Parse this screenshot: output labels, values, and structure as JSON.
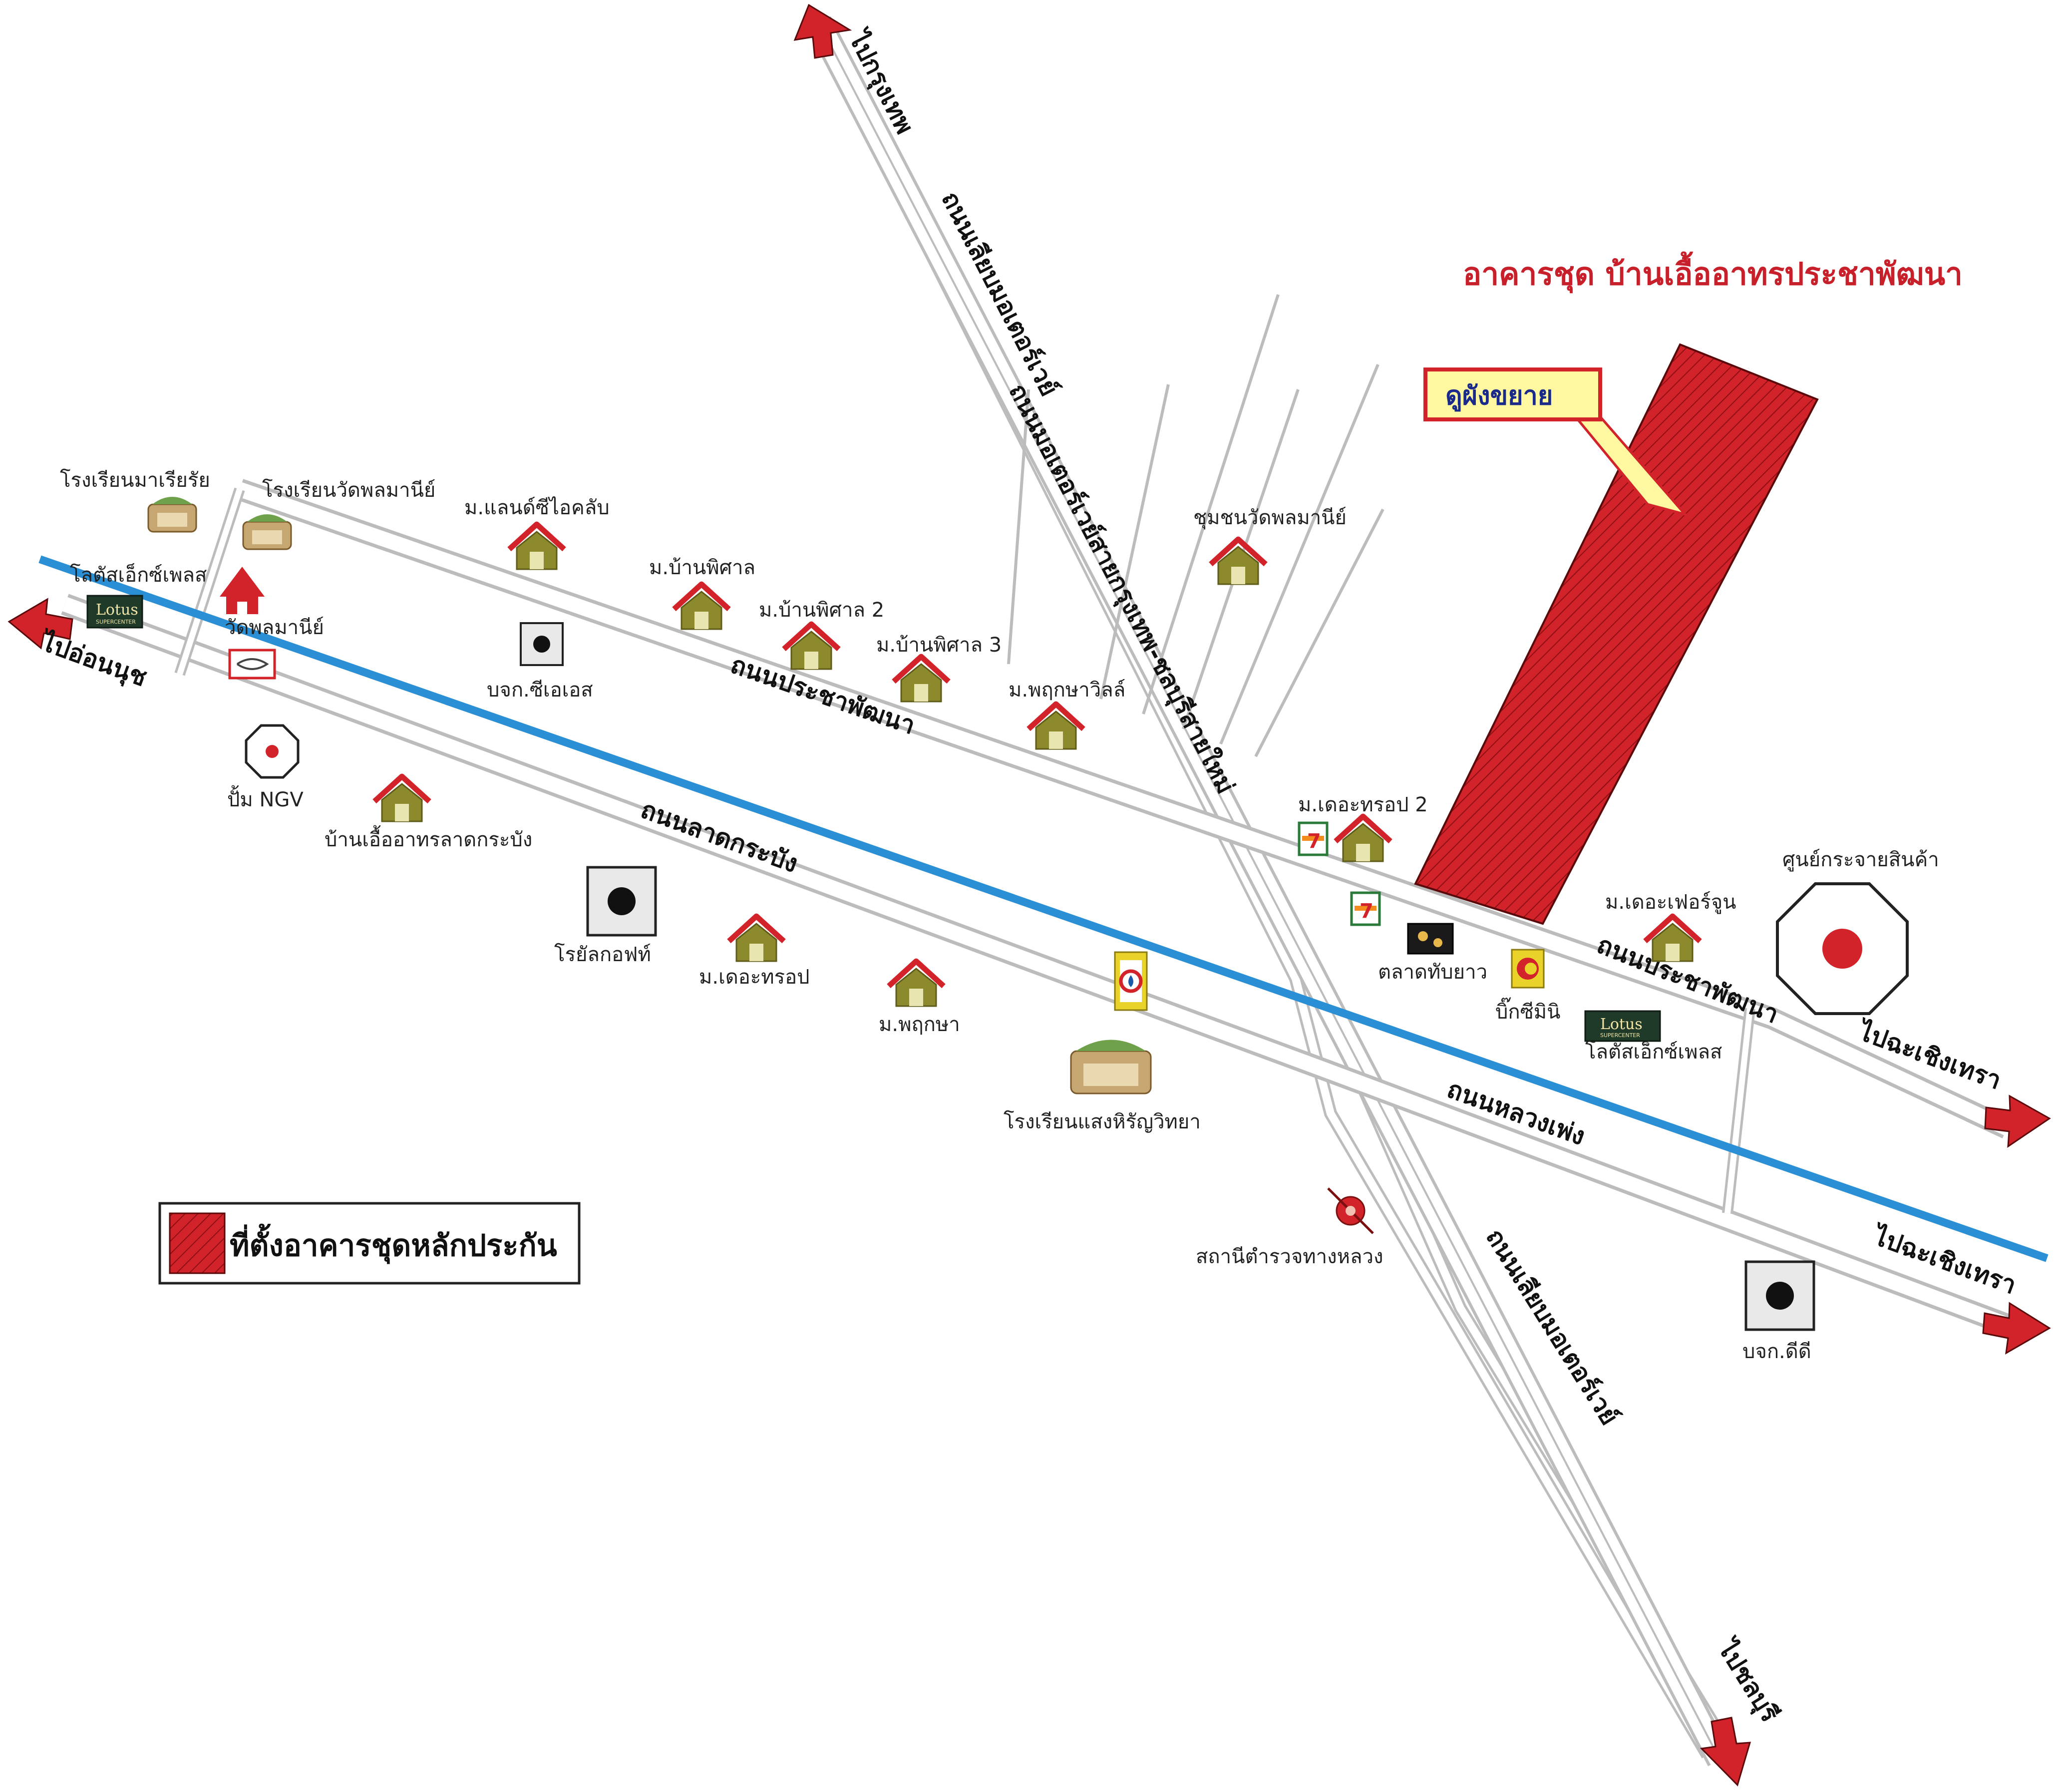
{
  "title": "อาคารชุด บ้านเอื้ออาทรประชาพัฒนา",
  "callout": "ดูผังขยาย",
  "legend": {
    "label": "ที่ตั้งอาคารชุดหลักประกัน"
  },
  "colors": {
    "road_fill": "#ffffff",
    "road_edge": "#bcbcbc",
    "canal": "#2a8fd4",
    "site_red": "#d2232a",
    "callout_fill": "#fff8a0",
    "callout_text": "#1a2a8a",
    "title_red": "#c8202a",
    "arrow_red": "#d2232a",
    "roof_red": "#d2232a",
    "house_olive": "#8c8a2c"
  },
  "roads": {
    "motorway_top": "ถนนเลียบมอเตอร์เวย์",
    "motorway_main": "ถนนมอเตอร์เวย์สายกรุงเทพ-ชลบุรีสายใหม่",
    "motorway_bottom": "ถนนเลียบมอเตอร์เวย์",
    "pracha_phatthana_1": "ถนนประชาพัฒนา",
    "pracha_phatthana_2": "ถนนประชาพัฒนา",
    "lat_krabang": "ถนนลาดกระบัง",
    "luang_phaeng": "ถนนหลวงเพ่ง"
  },
  "directions": {
    "to_bangkok": "ไปกรุงเทพ",
    "to_on_nut": "ไปอ่อนนุช",
    "to_chachoengsao_1": "ไปฉะเชิงเทรา",
    "to_chachoengsao_2": "ไปฉะเชิงเทรา",
    "to_chonburi": "ไปชลบุรี"
  },
  "places": {
    "school_mariarai": "โรงเรียนมาเรียรัย",
    "school_wat_phon": "โรงเรียนวัดพลมานีย์",
    "lotus_express_w": "โลตัสเอ็กซ์เพลส",
    "wat_phon": "วัดพลมานีย์",
    "land_sea_club": "ม.แลนด์ซีไอคลับ",
    "ban_phisan": "ม.บ้านพิศาล",
    "ban_phisan_2": "ม.บ้านพิศาล 2",
    "ban_phisan_3": "ม.บ้านพิศาล 3",
    "pruksa_villa": "ม.พฤกษาวิลล์",
    "community_wat": "ชุมชนวัดพลมานีย์",
    "bjk_cs": "บจก.ซีเอเอส",
    "ngv_pump": "ปั้ม NGV",
    "baan_ua_lat": "บ้านเอื้ออาทรลาดกระบัง",
    "royal_golf": "โรยัลกอฟท์",
    "the_trop": "ม.เดอะทรอป",
    "pruksa": "ม.พฤกษา",
    "school_saeng": "โรงเรียนแสงหิรัญวิทยา",
    "police": "สถานีตำรวจทางหลวง",
    "the_trop_2": "ม.เดอะทรอป 2",
    "talad_thap_yao": "ตลาดทับยาว",
    "big_c_mini": "บิ๊กซีมินิ",
    "lotus_express_e": "โลตัสเอ็กซ์เพลส",
    "the_fortune": "ม.เดอะเฟอร์จูน",
    "distribution_center": "ศูนย์กระจายสินค้า",
    "bjk_dd": "บจก.ดีดี"
  },
  "logos": {
    "lotus": "Lotus",
    "lotus_sub": "SUPERCENTER",
    "seven": "7"
  },
  "icon_names": [
    "house-icon",
    "school-icon",
    "temple-icon",
    "factory-icon",
    "gas-station-icon",
    "police-icon",
    "store-icon",
    "arrow-icon"
  ]
}
